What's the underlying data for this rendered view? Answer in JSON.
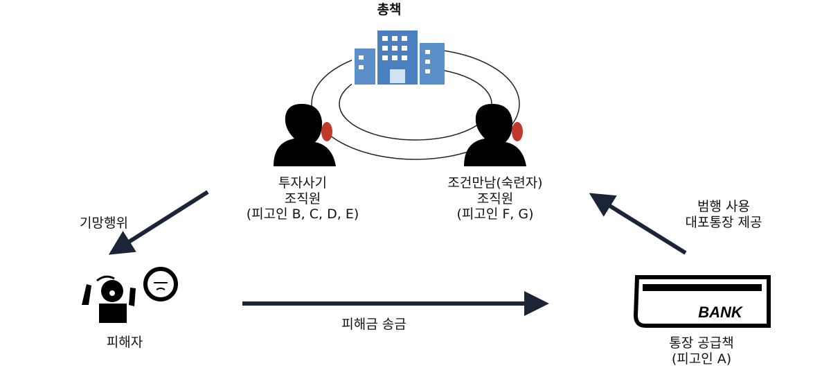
{
  "boss": {
    "label": "총책",
    "icon": "office-building-icon"
  },
  "group_left": {
    "line1": "투자사기",
    "line2": "조직원",
    "line3": "(피고인 B, C, D, E)",
    "icon": "person-phone-icon"
  },
  "group_right": {
    "line1": "조건만남(숙련자)",
    "line2": "조직원",
    "line3": "(피고인 F, G)",
    "icon": "person-phone-icon"
  },
  "victim": {
    "label": "피해자",
    "icon": "distressed-person-icon"
  },
  "supplier": {
    "line1": "통장 공급책",
    "line2": "(피고인 A)",
    "icon": "bankbook-icon",
    "bank_text": "BANK"
  },
  "edges": {
    "deception": "기망행위",
    "transfer": "피해금 송금",
    "provide_line1": "범행 사용",
    "provide_line2": "대포통장 제공"
  },
  "colors": {
    "arrow": "#1c2438",
    "building": "#5b8fc9",
    "phone": "#c0392b"
  }
}
